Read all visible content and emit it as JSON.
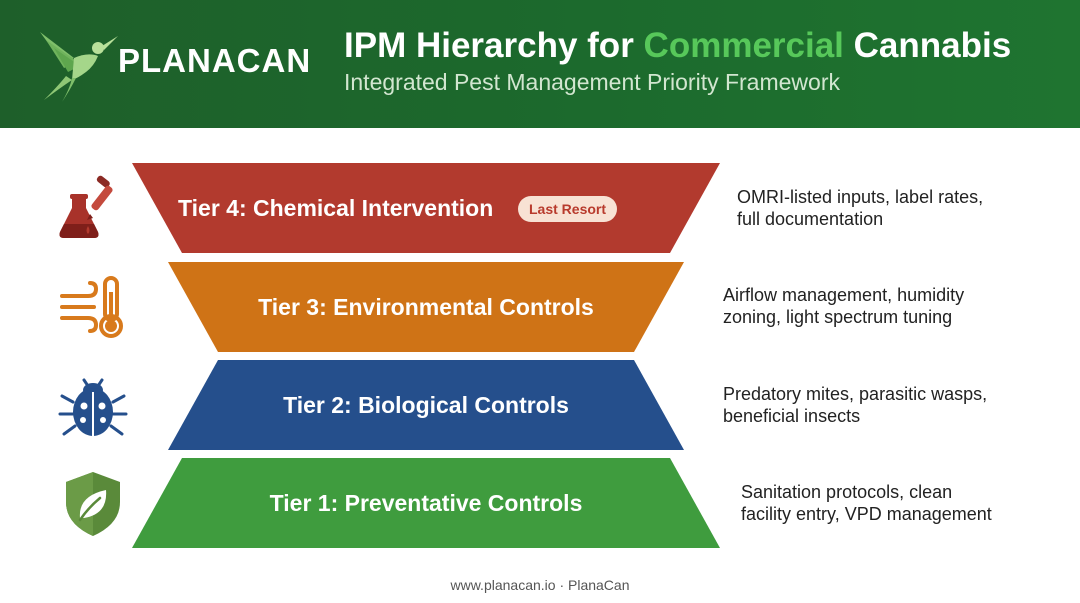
{
  "brand": {
    "name": "PLANACAN",
    "logo_icon": "hummingbird-icon"
  },
  "header": {
    "title_prefix": "IPM Hierarchy for ",
    "title_highlight": "Commercial",
    "title_suffix": " Cannabis",
    "subtitle": "Integrated Pest Management Priority Framework",
    "highlight_color": "#57c85a"
  },
  "tiers": [
    {
      "label": "Tier 4: Chemical Intervention",
      "badge": "Last Resort",
      "icon": "flask-dropper-icon",
      "color": "#b23a2e",
      "description_line1": "OMRI-listed inputs, label rates,",
      "description_line2": "full documentation"
    },
    {
      "label": "Tier 3: Environmental Controls",
      "icon": "wind-thermometer-icon",
      "color": "#cf7316",
      "description_line1": "Airflow management, humidity",
      "description_line2": "zoning, light spectrum tuning"
    },
    {
      "label": "Tier 2: Biological Controls",
      "icon": "ladybug-icon",
      "color": "#254f8c",
      "description_line1": "Predatory mites, parasitic wasps,",
      "description_line2": "beneficial insects"
    },
    {
      "label": "Tier 1: Preventative Controls",
      "icon": "shield-leaf-icon",
      "color": "#3f9c3e",
      "description_line1": "Sanitation protocols, clean",
      "description_line2": "facility entry, VPD management"
    }
  ],
  "footer": {
    "text": "www.planacan.io · PlanaCan"
  }
}
